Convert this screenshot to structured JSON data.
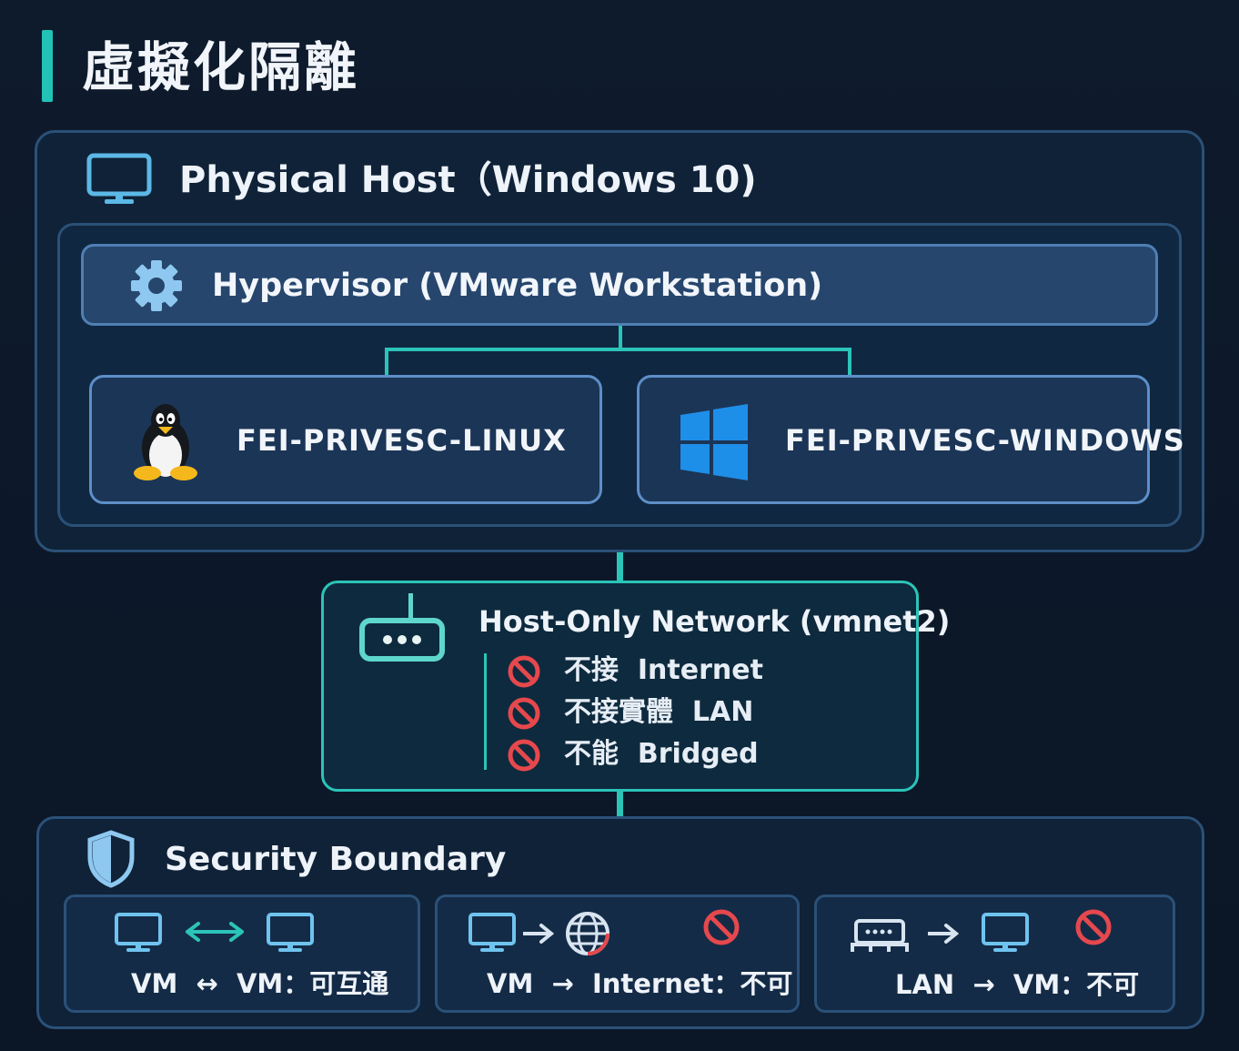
{
  "title": "虛擬化隔離",
  "host": {
    "label": "Physical Host（Windows 10)",
    "icon": "monitor-icon"
  },
  "hypervisor": {
    "label": "Hypervisor (VMware Workstation)",
    "icon": "gear-icon"
  },
  "vms": [
    {
      "name": "FEI-PRIVESC-LINUX",
      "icon": "linux-penguin-icon"
    },
    {
      "name": "FEI-PRIVESC-WINDOWS",
      "icon": "windows-logo-icon"
    }
  ],
  "network": {
    "title": "Host-Only Network (vmnet2)",
    "icon": "router-icon",
    "rules": [
      {
        "text": "不接  Internet",
        "icon": "prohibited-icon"
      },
      {
        "text": "不接實體  LAN",
        "icon": "prohibited-icon"
      },
      {
        "text": "不能  Bridged",
        "icon": "prohibited-icon"
      }
    ]
  },
  "security": {
    "label": "Security Boundary",
    "icon": "shield-icon",
    "cards": [
      {
        "text": "VM  ↔  VM：可互通",
        "icons": [
          "monitor-icon",
          "bidirectional-arrow-icon",
          "monitor-icon"
        ]
      },
      {
        "text": "VM  →  Internet：不可",
        "icons": [
          "monitor-icon",
          "arrow-right-icon",
          "globe-icon",
          "prohibited-icon"
        ]
      },
      {
        "text": "LAN  →  VM：不可",
        "icons": [
          "lan-switch-icon",
          "arrow-right-icon",
          "monitor-icon",
          "prohibited-icon"
        ]
      }
    ]
  },
  "colors": {
    "accent": "#22c3b6",
    "prohibited": "#e5484d",
    "hypervisor_fill": "#26466d",
    "windows_blue": "#1e8fe8"
  }
}
